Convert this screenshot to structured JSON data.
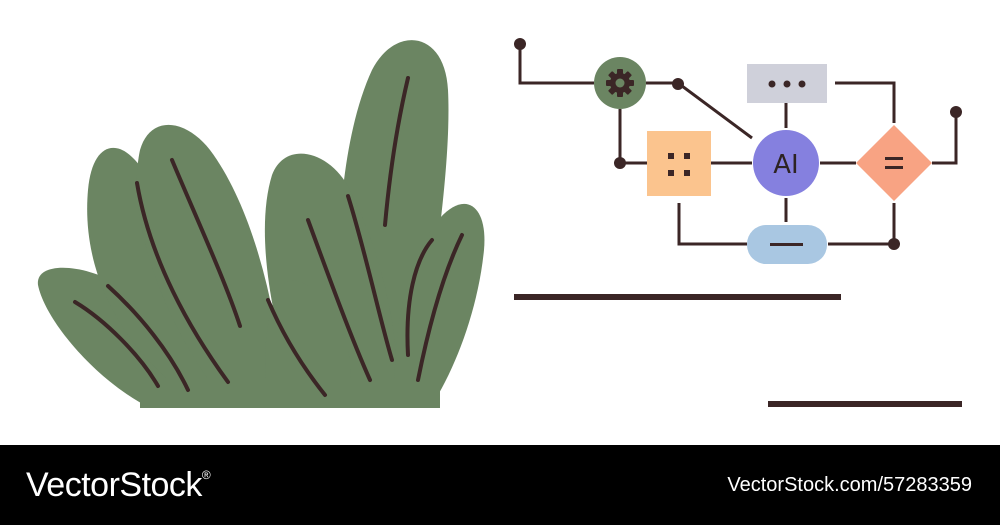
{
  "diagram": {
    "ai_label": "AI",
    "equals_glyph": "=",
    "dots_glyph": "•••",
    "minus_glyph": "—",
    "icons": [
      "gear-icon",
      "dots-icon",
      "four-dot-icon",
      "equals-icon",
      "minus-icon"
    ]
  },
  "colors": {
    "leaf": "#6b8562",
    "vein": "#3b2626",
    "line": "#3b2626",
    "gear_node": "#6b8562",
    "dots_node": "#cfd0da",
    "grid_node": "#fbc48e",
    "ai_node": "#8580df",
    "equals_node": "#f8a383",
    "minus_node": "#a9c7e2",
    "footer": "#000000"
  },
  "watermark": {
    "brand": "VectorStock",
    "reg_mark": "®",
    "credit": "VectorStock.com/57283359"
  }
}
